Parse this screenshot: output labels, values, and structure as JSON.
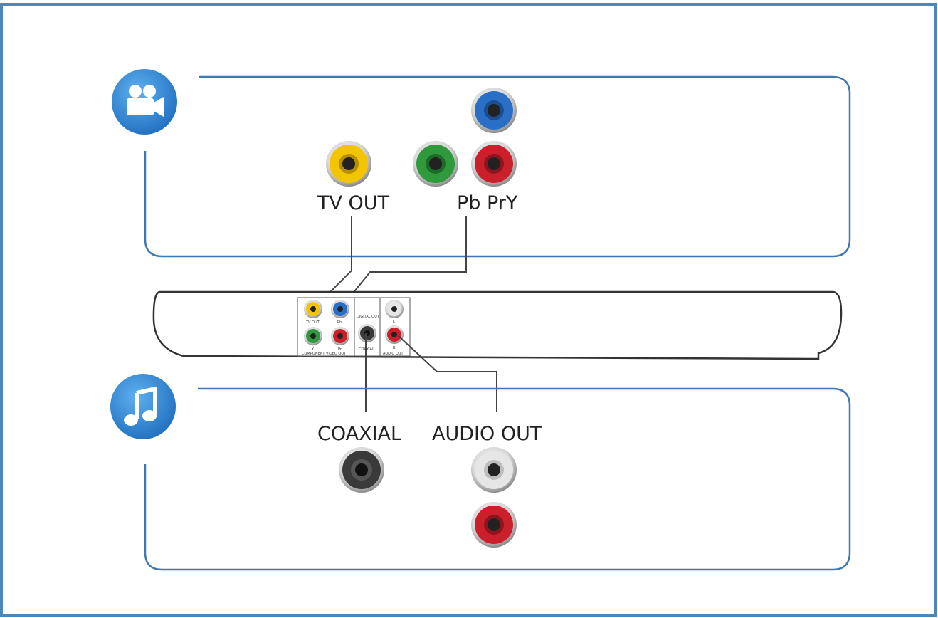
{
  "labels": {
    "tv_out": "TV OUT",
    "component": "Pb PrY",
    "coaxial": "COAXIAL",
    "audio_out": "AUDIO OUT"
  },
  "panel_labels": {
    "tv_out": "TV OUT",
    "pb": "Pb",
    "pr": "Pr",
    "y": "Y",
    "component_video_out": "COMPONENT VIDEO OUT",
    "digital_out": "DIGITAL OUT",
    "coaxial": "COAXIAL",
    "l": "L",
    "r": "R",
    "audio_out": "AUDIO OUT"
  },
  "icons": {
    "video": "video-camera-icon",
    "audio": "music-note-icon"
  },
  "colors": {
    "frame": "#4a87bd",
    "section_border": "#3f78b3",
    "icon_blue": "#2f86d2",
    "yellow": "#f2c500",
    "green": "#2e9a3c",
    "blue": "#2a6fc6",
    "red": "#cc1f2c",
    "white": "#e6e6e6",
    "black": "#3a3a3a"
  }
}
